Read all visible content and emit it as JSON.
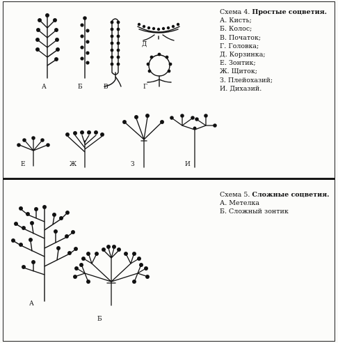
{
  "scheme4": {
    "caption_prefix": "Схема 4.",
    "caption_bold": "Простые соцветия.",
    "items": [
      "А. Кисть;",
      "Б. Колос;",
      "В. Початок;",
      "Г. Головка;",
      "Д. Корзинка;",
      "Е. Зонтик;",
      "Ж. Щиток;",
      "З. Плейохазий;",
      "И. Дихазий."
    ],
    "letters": {
      "a": "А",
      "b": "Б",
      "v": "В",
      "g": "Г",
      "d": "Д",
      "e": "Е",
      "zh": "Ж",
      "z": "З",
      "i": "И"
    }
  },
  "scheme5": {
    "caption_prefix": "Схема 5.",
    "caption_bold": "Сложные соцветия.",
    "items": [
      "А. Метелка",
      "Б. Сложный зонтик"
    ],
    "letters": {
      "a": "А",
      "b": "Б"
    }
  },
  "colors": {
    "ink": "#111111",
    "panel_border": "#222222"
  }
}
